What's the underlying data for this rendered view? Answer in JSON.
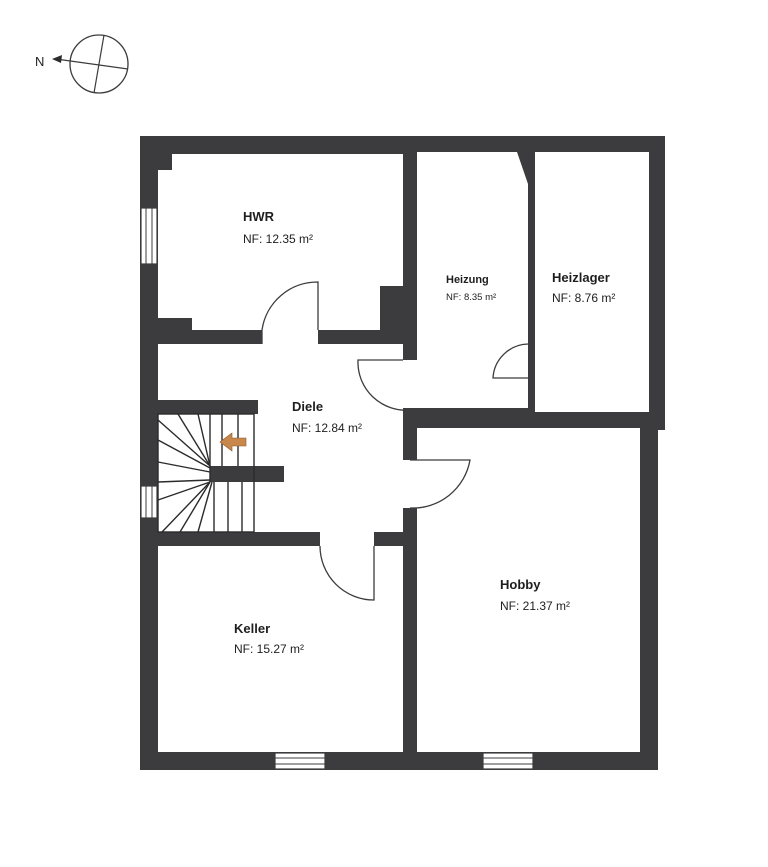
{
  "compass": {
    "label": "N"
  },
  "rooms": [
    {
      "name": "HWR",
      "area": "NF: 12.35 m²"
    },
    {
      "name": "Heizung",
      "area": "NF: 8.35 m²"
    },
    {
      "name": "Heizlager",
      "area": "NF: 8.76 m²"
    },
    {
      "name": "Diele",
      "area": "NF: 12.84 m²"
    },
    {
      "name": "Keller",
      "area": "NF: 15.27 m²"
    },
    {
      "name": "Hobby",
      "area": "NF: 21.37 m²"
    }
  ],
  "colors": {
    "wall": "#3c3c3e",
    "stair_arrow": "#c8874b",
    "background": "#ffffff"
  }
}
